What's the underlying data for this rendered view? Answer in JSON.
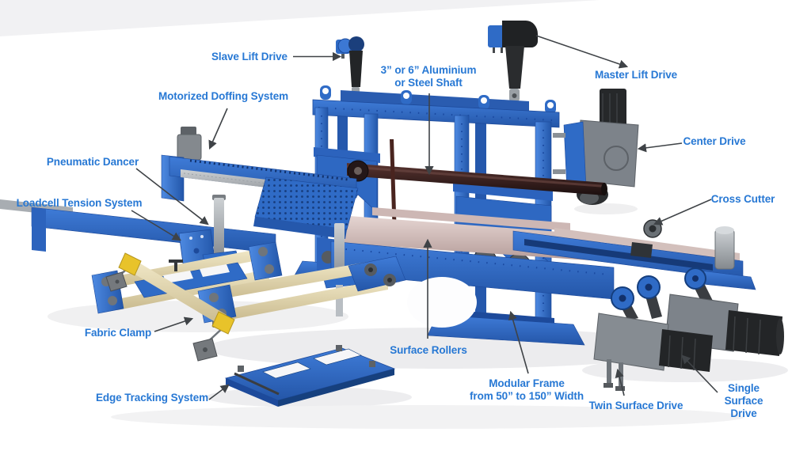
{
  "diagram": {
    "type": "exploded-parts-diagram",
    "subject": "industrial fabric winder machine with labeled components",
    "background_color": "#ffffff",
    "header_band_color": "#f1f1f3",
    "label_color": "#2778d4",
    "arrow_color": "#3f4347",
    "machine_colors": {
      "frame_blue": "#2f6bc6",
      "frame_blue_dark": "#1d4a9b",
      "shaft_maroon": "#3a2222",
      "roller_pink": "#d9c6c3",
      "roller_beige": "#e9dfbc",
      "metal_gray": "#8a9096",
      "motor_black": "#232527",
      "clamp_yellow": "#e8c32a"
    },
    "labels": [
      {
        "name": "slave-lift-drive",
        "text": "Slave Lift Drive"
      },
      {
        "name": "motorized-doffing-system",
        "text": "Motorized Doffing System"
      },
      {
        "name": "aluminium-or-steel-shaft",
        "text": "3” or 6” Aluminium\nor Steel Shaft"
      },
      {
        "name": "master-lift-drive",
        "text": "Master Lift Drive"
      },
      {
        "name": "center-drive",
        "text": "Center Drive"
      },
      {
        "name": "cross-cutter",
        "text": "Cross Cutter"
      },
      {
        "name": "pneumatic-dancer",
        "text": "Pneumatic Dancer"
      },
      {
        "name": "loadcell-tension-system",
        "text": "Loadcell Tension System"
      },
      {
        "name": "fabric-clamp",
        "text": "Fabric Clamp"
      },
      {
        "name": "edge-tracking-system",
        "text": "Edge Tracking System"
      },
      {
        "name": "surface-rollers",
        "text": "Surface Rollers"
      },
      {
        "name": "modular-frame",
        "text": "Modular Frame\nfrom 50” to 150” Width"
      },
      {
        "name": "twin-surface-drive",
        "text": "Twin Surface Drive"
      },
      {
        "name": "single-surface-drive",
        "text": "Single Surface Drive"
      }
    ]
  }
}
